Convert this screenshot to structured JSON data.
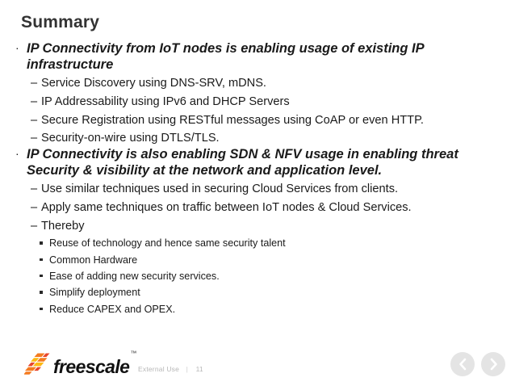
{
  "slide": {
    "title": "Summary",
    "bullets": [
      {
        "level": 1,
        "marker": "·",
        "text": "IP Connectivity from IoT nodes is enabling usage of existing IP infrastructure"
      },
      {
        "level": 2,
        "marker": "–",
        "text": "Service Discovery using DNS-SRV, mDNS."
      },
      {
        "level": 2,
        "marker": "–",
        "text": "IP Addressability using IPv6 and DHCP Servers"
      },
      {
        "level": 2,
        "marker": "–",
        "text": "Secure Registration using RESTful messages using CoAP or even HTTP."
      },
      {
        "level": 2,
        "marker": "–",
        "text": "Security-on-wire using DTLS/TLS."
      },
      {
        "level": 1,
        "marker": "·",
        "text": "IP Connectivity is also enabling SDN & NFV usage in enabling threat Security & visibility at the network and application level."
      },
      {
        "level": 2,
        "marker": "–",
        "text": "Use similar techniques used in securing Cloud Services from clients."
      },
      {
        "level": 2,
        "marker": "–",
        "text": "Apply same techniques on traffic between IoT nodes & Cloud Services."
      },
      {
        "level": 2,
        "marker": "–",
        "text": "Thereby"
      },
      {
        "level": 3,
        "marker": "▪",
        "text": "Reuse of technology and hence same security talent"
      },
      {
        "level": 3,
        "marker": "▪",
        "text": "Common Hardware"
      },
      {
        "level": 3,
        "marker": "▪",
        "text": "Ease of adding new security services."
      },
      {
        "level": 3,
        "marker": "▪",
        "text": "Simplify deployment"
      },
      {
        "level": 3,
        "marker": "▪",
        "text": "Reduce CAPEX and OPEX."
      }
    ]
  },
  "footer": {
    "logo_name": "freescale",
    "logo_tm": "™",
    "classification": "External Use",
    "separator": "|",
    "page_number": "11"
  },
  "nav": {
    "prev_label": "‹",
    "next_label": "›"
  },
  "colors": {
    "title": "#333333",
    "body_text": "#1a1a1a",
    "footer_meta": "#b7b7b7",
    "nav_circle": "#e4e4e4",
    "logo_orange": "#f47b20",
    "logo_red": "#e8452a",
    "logo_yellow": "#fdb913"
  }
}
